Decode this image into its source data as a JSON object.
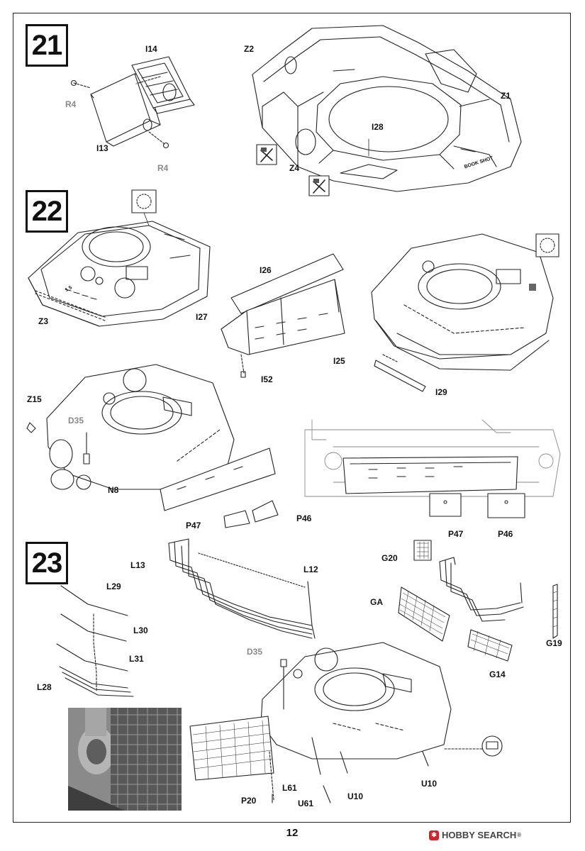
{
  "steps": {
    "s21": "21",
    "s22": "22",
    "s23": "23"
  },
  "labels": {
    "I14": "I14",
    "R4a": "R4",
    "I13": "I13",
    "R4b": "R4",
    "Z2": "Z2",
    "Z1": "Z1",
    "I28": "I28",
    "Z4": "Z4",
    "Z3": "Z3",
    "I26": "I26",
    "I27": "I27",
    "I25": "I25",
    "I52": "I52",
    "I29": "I29",
    "Z15": "Z15",
    "D35a": "D35",
    "N8": "N8",
    "P47a": "P47",
    "P46a": "P46",
    "P47b": "P47",
    "P46b": "P46",
    "L13": "L13",
    "L12": "L12",
    "G20": "G20",
    "GA": "GA",
    "G19": "G19",
    "G14": "G14",
    "L29": "L29",
    "L30": "L30",
    "L31": "L31",
    "L28": "L28",
    "D35b": "D35",
    "P20": "P20",
    "L61": "L61",
    "U61": "U61",
    "U10a": "U10",
    "U10b": "U10"
  },
  "hull_marking": "BOOK SHOT",
  "hull_number": "1 5",
  "page_number": "12",
  "watermark": {
    "brand": "HOBBY SEARCH",
    "registered": "®",
    "icon": "hobby-search-logo-icon"
  }
}
